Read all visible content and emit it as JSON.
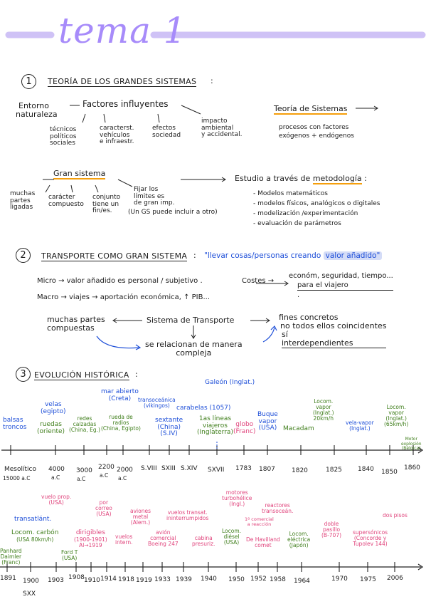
{
  "title": "tema 1",
  "s1": {
    "num": "1",
    "heading": "TEORÍA DE LOS GRANDES SISTEMAS",
    "colon": ":",
    "entorno": [
      "Entorno",
      "naturaleza"
    ],
    "factores": "Factores influyentes",
    "tecnicos": [
      "técnicos",
      "políticos",
      "sociales"
    ],
    "caract": [
      "caracterst.",
      "vehículos",
      "e infraestr."
    ],
    "efectos": [
      "efectos",
      "sociedad"
    ],
    "impacto": [
      "impacto",
      "ambiental",
      "y accidental."
    ],
    "teoria": "Teoría de Sistemas",
    "procesos": [
      "procesos con factores",
      "exógenos + endógenos"
    ],
    "gran": "Gran sistema",
    "muchas": [
      "muchas",
      "partes",
      "ligadas"
    ],
    "caracter": [
      "carácter",
      "compuesto"
    ],
    "conjunto": [
      "conjunto",
      "tiene un",
      "fin/es."
    ],
    "fijar": [
      "Fijar los",
      "límites es",
      "de gran imp.",
      "(Un GS puede incluir a otro)"
    ],
    "estudio": "Estudio a través de",
    "metodologia": "metodología",
    "metodos": [
      "- Modelos matemáticos",
      "- modelos físicos, analógicos o digitales",
      "- modelización /experimentación",
      "- evaluación de parámetros"
    ]
  },
  "s2": {
    "num": "2",
    "heading": "TRANSPORTE COMO GRAN SISTEMA",
    "colon": ":",
    "quote_a": "\"llevar cosas/personas creando",
    "quote_b": "valor añadido\"",
    "micro": "Micro → valor añadido es personal / subjetivo .",
    "costes": "Costes →",
    "costes_a": "económ, seguridad, tiempo...",
    "costes_b": "para el viajero",
    "macro": "Macro → viajes → aportación económica, ↑ PIB...",
    "muchas": [
      "muchas partes",
      "compuestas"
    ],
    "sistema": "Sistema de Transporte",
    "fines": [
      "fines concretos",
      "no todos ellos coincidentes"
    ],
    "fines_c": "sí",
    "fines_d": "interdependientes",
    "relacion": [
      "se relacionan de manera",
      "compleja"
    ]
  },
  "s3": {
    "num": "3",
    "heading": "EVOLUCIÓN HISTÓRICA",
    "colon": ":",
    "row1": {
      "ticks": [
        {
          "label": "Mesolítico"
        },
        {
          "label": "4000"
        },
        {
          "label": "3000"
        },
        {
          "label": "2200"
        },
        {
          "label": "2000"
        },
        {
          "label": "S.VIII"
        },
        {
          "label": "SXIII"
        },
        {
          "label": "S.XIV"
        },
        {
          "label": "SXVII"
        },
        {
          "label": "1783"
        },
        {
          "label": "1807"
        },
        {
          "label": "1820"
        },
        {
          "label": "1825"
        },
        {
          "label": "1840"
        },
        {
          "label": "1850"
        },
        {
          "label": "1860"
        }
      ],
      "sublabels": [
        "15000 a.C",
        "a.C",
        "a.C",
        "a.C",
        "a.C"
      ],
      "events": [
        {
          "lines": [
            "balsas",
            "troncos"
          ]
        },
        {
          "lines": [
            "velas",
            "(egipto)"
          ]
        },
        {
          "lines": [
            "ruedas",
            "(oriente)"
          ]
        },
        {
          "lines": [
            "redes",
            "calzadas",
            "(China, Eg.)"
          ]
        },
        {
          "lines": [
            "mar abierto",
            "(Creta)"
          ]
        },
        {
          "lines": [
            "rueda de",
            "radios",
            "(China, Egipto)"
          ]
        },
        {
          "lines": [
            "transoceánica",
            "(vikingos)"
          ]
        },
        {
          "lines": [
            "sextante",
            "(China)",
            "(S.IV)"
          ]
        },
        {
          "lines": [
            "carabelas (1057)"
          ]
        },
        {
          "lines": [
            "Galeón (Inglat.)"
          ]
        },
        {
          "lines": [
            "1as líneas",
            "viajeros",
            "(Inglaterra)"
          ]
        },
        {
          "lines": [
            "globo",
            "(Franc)"
          ]
        },
        {
          "lines": [
            "Buque",
            "vapor",
            "(USA)"
          ]
        },
        {
          "lines": [
            "Macadam"
          ]
        },
        {
          "lines": [
            "Locom.",
            "vapor",
            "(Inglat.)",
            "20km/h"
          ]
        },
        {
          "lines": [
            "vela-vapor",
            "(Inglat.)"
          ]
        },
        {
          "lines": [
            "Locom.",
            "vapor",
            "(Inglat.)",
            "(65km/h)"
          ]
        },
        {
          "lines": [
            "Motor",
            "explosión",
            "(Bélgica)"
          ]
        }
      ]
    },
    "row2": {
      "ticks": [
        {
          "label": "1891"
        },
        {
          "label": "1900"
        },
        {
          "label": "1903"
        },
        {
          "label": "1908"
        },
        {
          "label": "1910"
        },
        {
          "label": "1914"
        },
        {
          "label": "1918"
        },
        {
          "label": "1919"
        },
        {
          "label": "1933"
        },
        {
          "label": "1939"
        },
        {
          "label": "1940"
        },
        {
          "label": "1950"
        },
        {
          "label": "1952"
        },
        {
          "label": "1958"
        },
        {
          "label": "1964"
        },
        {
          "label": "1970"
        },
        {
          "label": "1975"
        },
        {
          "label": "2006"
        }
      ],
      "sublabel": "SXX",
      "events": [
        {
          "lines": [
            "Panhard",
            "Daimler",
            "(Franc)"
          ]
        },
        {
          "lines": [
            "vuelo prop.",
            "(USA)"
          ]
        },
        {
          "lines": [
            "transatlánt."
          ]
        },
        {
          "lines": [
            "Locom. carbón",
            "(USA 80km/h)"
          ]
        },
        {
          "lines": [
            "Ford T",
            "(USA)"
          ]
        },
        {
          "lines": [
            "dirigibles",
            "(1900-1901)",
            "Al→1919"
          ]
        },
        {
          "lines": [
            "por",
            "correo",
            "(USA)"
          ]
        },
        {
          "lines": [
            "vuelos",
            "intern."
          ]
        },
        {
          "lines": [
            "aviones",
            "metal",
            "(Alem.)"
          ]
        },
        {
          "lines": [
            "avión",
            "comercial",
            "Boeing 247"
          ]
        },
        {
          "lines": [
            "vuelos transat.",
            "ininterrumpidos"
          ]
        },
        {
          "lines": [
            "cabina",
            "presuriz."
          ]
        },
        {
          "lines": [
            "motores",
            "turbohélice",
            "(Ingl.)"
          ]
        },
        {
          "lines": [
            "Locom.",
            "diésel",
            "(USA)"
          ]
        },
        {
          "lines": [
            "1º comercial",
            "a reacción"
          ]
        },
        {
          "lines": [
            "De Havilland",
            "comet"
          ]
        },
        {
          "lines": [
            "reactores",
            "transoceán."
          ]
        },
        {
          "lines": [
            "Locom.",
            "eléctrica",
            "(Japón)"
          ]
        },
        {
          "lines": [
            "doble",
            "pasillo",
            "(B-707)"
          ]
        },
        {
          "lines": [
            "supersónicos",
            "(Concorde y",
            "Tupolev 144)"
          ]
        },
        {
          "lines": [
            "dos pisos"
          ]
        }
      ]
    }
  }
}
